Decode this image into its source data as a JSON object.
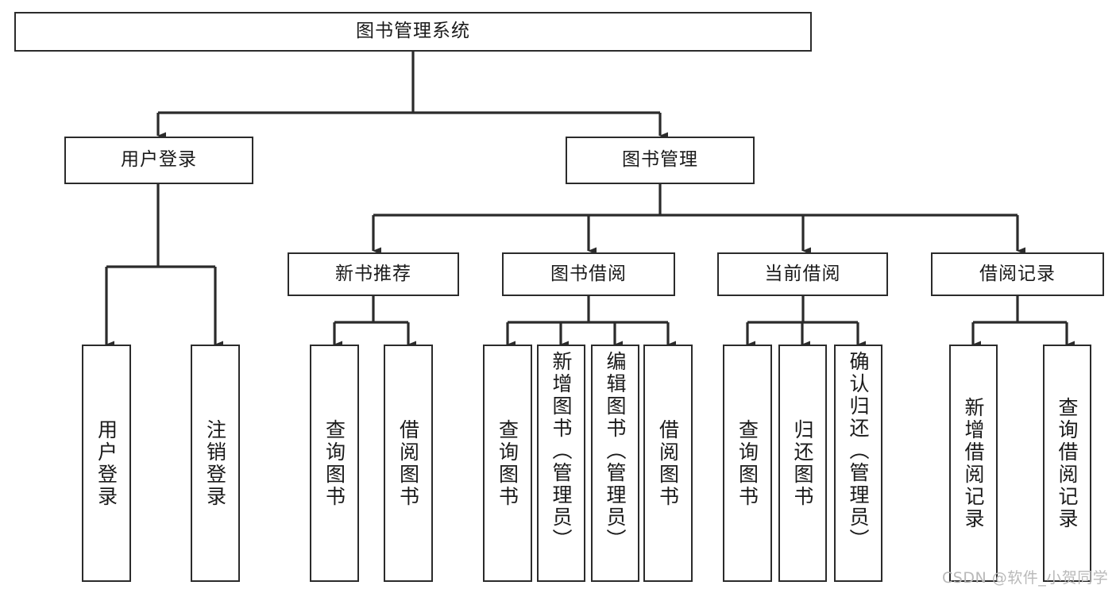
{
  "diagram": {
    "title": "图书管理系统",
    "type": "tree-hierarchy",
    "watermark": "CSDN @软件_小贺同学",
    "colors": {
      "stroke": "#2b2b2b",
      "fill": "#ffffff",
      "text": "#1a1a1a",
      "watermark": "#b9b9b9"
    },
    "levels": {
      "level1": [
        {
          "id": "root",
          "label": "图书管理系统",
          "orientation": "horizontal"
        }
      ],
      "level2": [
        {
          "id": "user-login",
          "label": "用户登录",
          "orientation": "horizontal"
        },
        {
          "id": "book-manage",
          "label": "图书管理",
          "orientation": "horizontal"
        }
      ],
      "level3": [
        {
          "id": "new-book-rec",
          "label": "新书推荐",
          "orientation": "horizontal"
        },
        {
          "id": "book-borrow",
          "label": "图书借阅",
          "orientation": "horizontal"
        },
        {
          "id": "current-borrow",
          "label": "当前借阅",
          "orientation": "horizontal"
        },
        {
          "id": "borrow-record",
          "label": "借阅记录",
          "orientation": "horizontal"
        }
      ],
      "level4": [
        {
          "id": "leaf-user-login",
          "label": "用户登录",
          "parent": "user-login",
          "orientation": "vertical"
        },
        {
          "id": "leaf-logout",
          "label": "注销登录",
          "parent": "user-login",
          "orientation": "vertical"
        },
        {
          "id": "leaf-query-book-1",
          "label": "查询图书",
          "parent": "new-book-rec",
          "orientation": "vertical"
        },
        {
          "id": "leaf-borrow-book-1",
          "label": "借阅图书",
          "parent": "new-book-rec",
          "orientation": "vertical"
        },
        {
          "id": "leaf-query-book-2",
          "label": "查询图书",
          "parent": "book-borrow",
          "orientation": "vertical"
        },
        {
          "id": "leaf-add-book",
          "label": "新增图书（管理员）",
          "parent": "book-borrow",
          "orientation": "vertical"
        },
        {
          "id": "leaf-edit-book",
          "label": "编辑图书（管理员）",
          "parent": "book-borrow",
          "orientation": "vertical"
        },
        {
          "id": "leaf-borrow-book-2",
          "label": "借阅图书",
          "parent": "book-borrow",
          "orientation": "vertical"
        },
        {
          "id": "leaf-query-book-3",
          "label": "查询图书",
          "parent": "current-borrow",
          "orientation": "vertical"
        },
        {
          "id": "leaf-return-book",
          "label": "归还图书",
          "parent": "current-borrow",
          "orientation": "vertical"
        },
        {
          "id": "leaf-confirm-return",
          "label": "确认归还（管理员）",
          "parent": "current-borrow",
          "orientation": "vertical"
        },
        {
          "id": "leaf-add-record",
          "label": "新增借阅记录",
          "parent": "borrow-record",
          "orientation": "vertical"
        },
        {
          "id": "leaf-query-record",
          "label": "查询借阅记录",
          "parent": "borrow-record",
          "orientation": "vertical"
        }
      ]
    }
  }
}
